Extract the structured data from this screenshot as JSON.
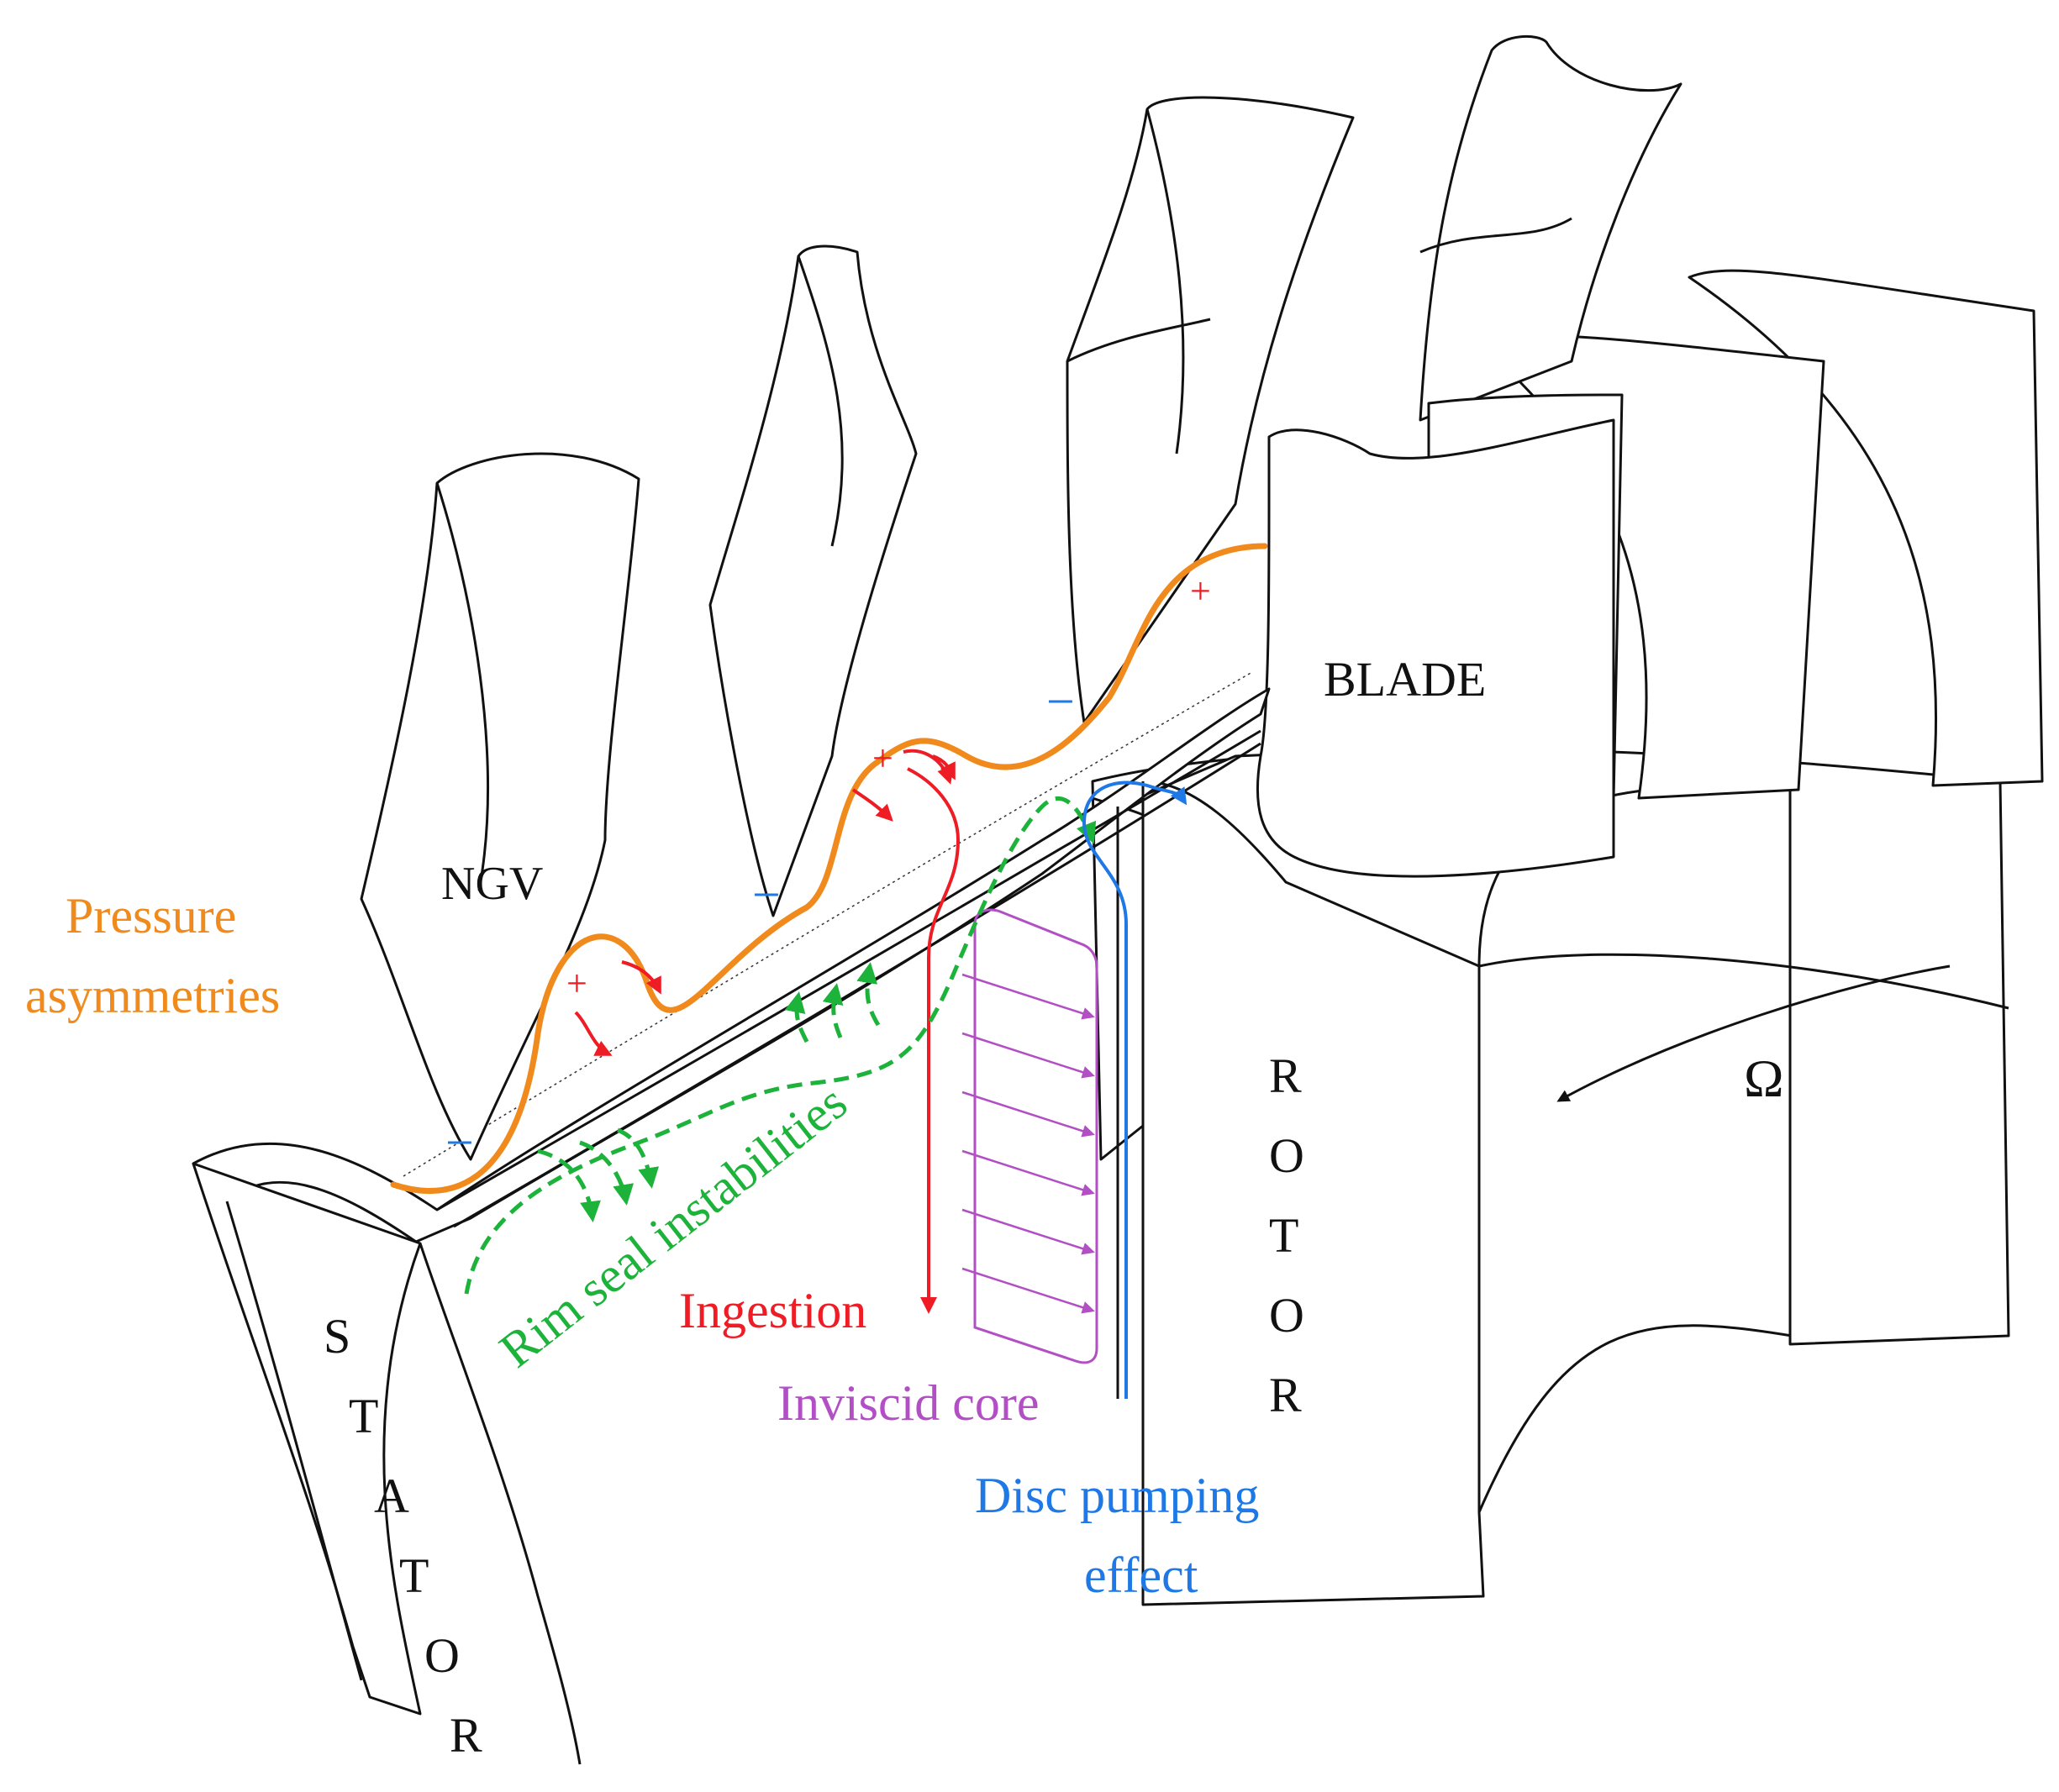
{
  "labels": {
    "ngv": "NGV",
    "blade": "BLADE",
    "pressure_line1": "Pressure",
    "pressure_line2": "asymmetries",
    "rim_seal": "Rim seal instabilities",
    "ingestion": "Ingestion",
    "inviscid_core": "Inviscid core",
    "disc_pumping_line1": "Disc pumping",
    "disc_pumping_line2": "effect",
    "omega": "Ω",
    "stator_letters": [
      "S",
      "T",
      "A",
      "T",
      "O",
      "R"
    ],
    "rotor_letters": [
      "R",
      "O",
      "T",
      "O",
      "R"
    ],
    "plus": "+",
    "minus": "−"
  },
  "colors": {
    "pressure": "#F08A1C",
    "ingestion": "#EE1C24",
    "rim_seal": "#1DB33B",
    "inviscid_core": "#B24FC4",
    "disc_pumping": "#1E78E6",
    "minus_marker": "#1E78E6",
    "plus_marker": "#EE1C24",
    "outline": "#111111"
  }
}
